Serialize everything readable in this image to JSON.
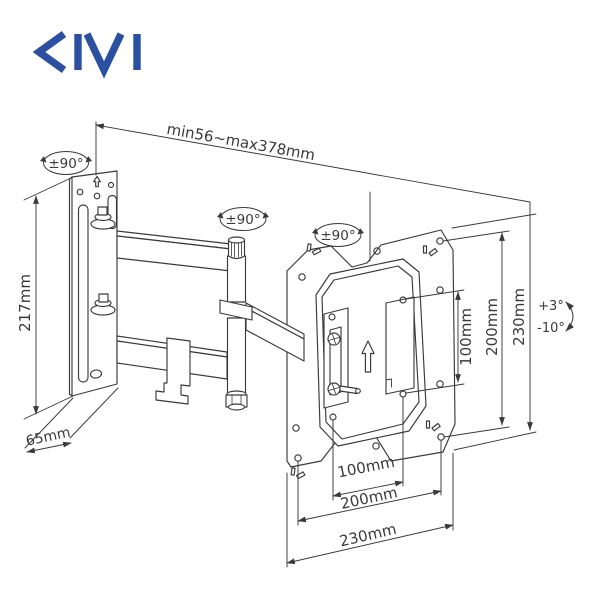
{
  "logo": {
    "text": "KIVI",
    "color": "#2b50a1"
  },
  "drawing": {
    "ink": "#3a3a3a",
    "labels": {
      "extension_range": "min56~max378mm",
      "swivel_wall": "±90°",
      "swivel_arm": "±90°",
      "swivel_plate": "±90°",
      "wall_plate_height": "217mm",
      "wall_plate_width": "65mm",
      "vesa_height_100": "100mm",
      "vesa_height_200": "200mm",
      "bracket_height_230": "230mm",
      "tilt_up": "+3°",
      "tilt_down": "-10°",
      "vesa_width_100": "100mm",
      "vesa_width_200": "200mm",
      "bracket_width_230": "230mm"
    }
  }
}
